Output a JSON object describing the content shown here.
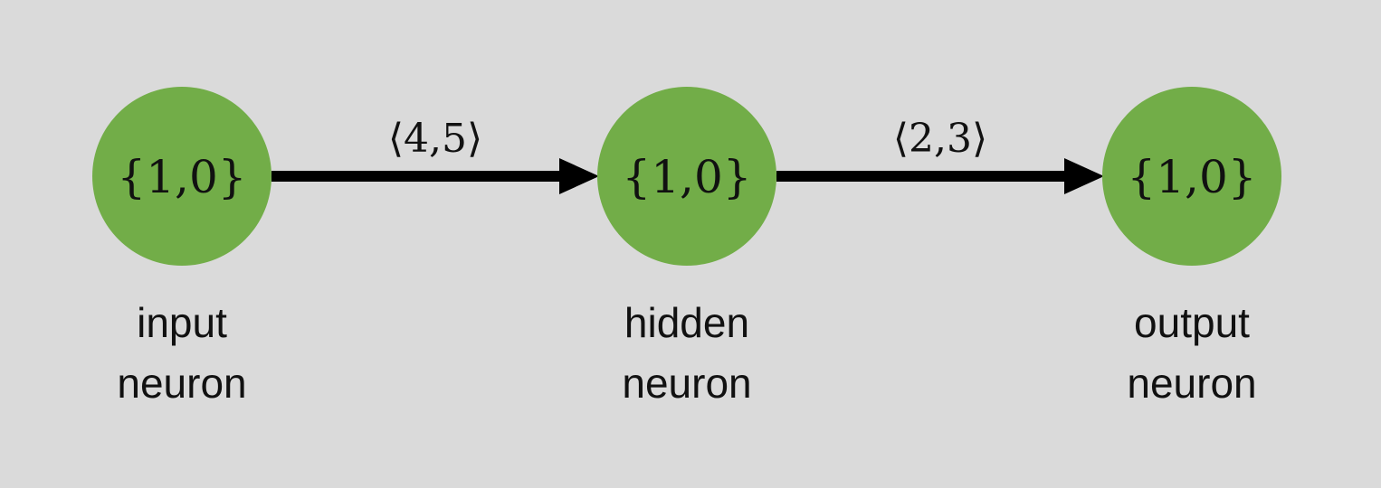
{
  "colors": {
    "background": "#dadada",
    "node_fill": "#72ad48",
    "edge": "#000000",
    "text": "#111111"
  },
  "nodes": [
    {
      "id": "input",
      "value": "{1,0}",
      "caption_line1": "input",
      "caption_line2": "neuron"
    },
    {
      "id": "hidden",
      "value": "{1,0}",
      "caption_line1": "hidden",
      "caption_line2": "neuron"
    },
    {
      "id": "output",
      "value": "{1,0}",
      "caption_line1": "output",
      "caption_line2": "neuron"
    }
  ],
  "edges": [
    {
      "from": "input",
      "to": "hidden",
      "label": "⟨4,5⟩"
    },
    {
      "from": "hidden",
      "to": "output",
      "label": "⟨2,3⟩"
    }
  ]
}
